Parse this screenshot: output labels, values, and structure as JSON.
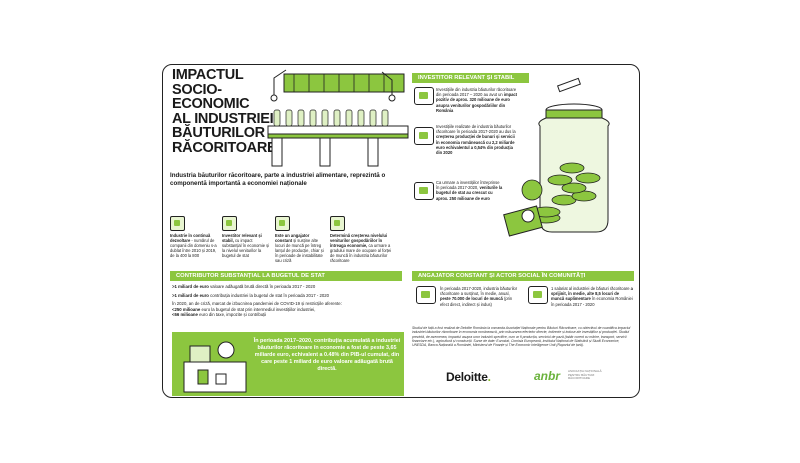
{
  "title_lines": [
    "IMPACTUL",
    "SOCIO-ECONOMIC",
    "AL INDUSTRIEI",
    "BĂUTURILOR",
    "RĂCORITOARE"
  ],
  "subtitle": "Industria băuturilor răcoritoare, parte a industriei alimentare, reprezintă o componentă importantă a economiei naționale",
  "features": [
    {
      "lead": "Industrie în continuă dezvoltare",
      "text": " - numărul de companii din domeniu s-a dublat între 2010 și 2019, de la 400 la 800"
    },
    {
      "lead": "Investitor relevant și stabil,",
      "text": " cu impact substanțial în economie și la nivelul veniturilor la bugetul de stat"
    },
    {
      "lead": "Este un angajator constant",
      "text": " și susține alte locuri de muncă pe întreg lanțul de producție, chiar și în perioade de instabilitate sau criză"
    },
    {
      "lead": "Determină creșterea nivelului veniturilor gospodăriilor în întreaga economie,",
      "text": " ca urmare a gradului mare de ocupare al forței de muncă în industria băuturilor răcoritoare"
    }
  ],
  "budget": {
    "banner": "CONTRIBUTOR SUBSTANȚIAL LA BUGETUL DE STAT",
    "line1_bold": ">1 miliard de euro",
    "line1": " valoare adăugată brută directă în perioada 2017 - 2020",
    "line2_bold": ">1 miliard de euro",
    "line2": " contribuția industriei la bugetul de stat în perioada 2017 - 2020",
    "para1": "În 2020, an de criză, marcat de izbucnirea pandemiei de COVID-19 și restricțiile aferente:",
    "para2_bold": "<250 milioane",
    "para2": " euro la bugetul de stat prin intermediul investițiilor industriei,",
    "para3_bold": "<66 milioane",
    "para3": " euro din taxe, impozite și contribuții"
  },
  "green_box": "În perioada 2017–2020, contribuția acumulată a industriei băuturilor răcoritoare în economie a fost de peste 3,65 miliarde euro, echivalent a 0.48% din PIB-ul cumulat, din care peste 1 miliard de euro valoare adăugată brută directă.",
  "investor": {
    "banner": "INVESTITOR RELEVANT ȘI STABIL",
    "items": [
      {
        "text": "Investițiile din industria băuturilor răcoritoare din perioada 2017 – 2020 au avut un ",
        "bold": "impact pozitiv de aprox. 320 milioane de euro asupra veniturilor gospodăriilor din România",
        "tail": ""
      },
      {
        "text": "Investițiile realizate de industria băuturilor răcoritoare în perioada 2017-2020 au dus la ",
        "bold": "creșterea producției de bunuri și servicii în economia românească cu 2,2 miliarde euro echivalentul a 0,54% din producția din 2020",
        "tail": ""
      },
      {
        "text": "Ca urmare a investițiilor întreprinse în perioada 2017-2020, ",
        "bold": "veniturile la bugetul de stat au crescut cu aprox. 250 milioane de euro",
        "tail": ""
      }
    ]
  },
  "employer": {
    "banner": "ANGAJATOR CONSTANT ȘI ACTOR SOCIAL ÎN COMUNITĂȚI",
    "item1_text": "În perioada 2017-2020, industria băuturilor răcoritoare a susținut, în medie, anual, ",
    "item1_bold": "peste 70.000 de locuri de muncă",
    "item1_tail": " (prin efect direct, indirect și indus)",
    "item2_text": "1 salariat al industriei de băuturi răcoritoare ",
    "item2_bold": "a sprijinit, în medie, alte 8,5 locuri de muncă suplimentare",
    "item2_tail": " în economia României în perioada 2017 - 2020"
  },
  "study_note": "Studiul de față a fost realizat de Deloitte România la comanda Asociației Naționale pentru Băuturi Răcoritoare, cu obiectivul de cuantifica impactul industriei băuturilor răcoritoare în economia românească, prin măsurarea efectelor directe, indirecte și induse ale investițiilor și producției. Studiul prezintă, de asemenea, impactul asupra unor industrii specifice, cum ar fi producția, serviciul de pază (tabăr curent cu mărire, transport, servicii financiare etc.), agricultură și construcții. Surse de date: Eurostat, Comisia Europeană, Institutul Național de Statistică și Studii Economice, UNESDA, Banca Națională a României, Ministerul de Finanțe și The Economic Intelligence Unit (Raportul de țară).",
  "logos": {
    "deloitte": "Deloitte",
    "deloitte_dot": ".",
    "anbr": "anbr",
    "anbr_sub": "ASOCIAȚIA NAȚIONALĂ PENTRU BĂUTURI RĂCORITOARE"
  },
  "colors": {
    "accent": "#8cc63f",
    "deloitte_green": "#86bc25"
  }
}
